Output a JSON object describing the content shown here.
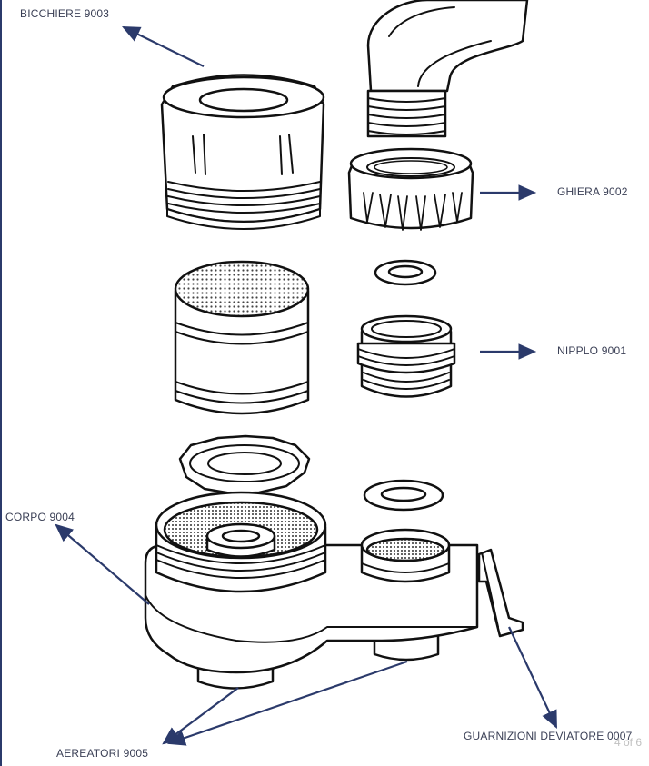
{
  "labels": {
    "bicchiere": "BICCHIERE 9003",
    "ghiera": "GHIERA 9002",
    "nipplo": "NIPPLO 9001",
    "corpo": "CORPO 9004",
    "aereatori": "AEREATORI 9005",
    "guarnizioni": "GUARNIZIONI DEVIATORE 0007"
  },
  "page_indicator": "4 of 6",
  "colors": {
    "arrow": "#2b3a6b",
    "label_text": "#3a3f55",
    "line_art": "#111111",
    "mesh": "#555555"
  }
}
